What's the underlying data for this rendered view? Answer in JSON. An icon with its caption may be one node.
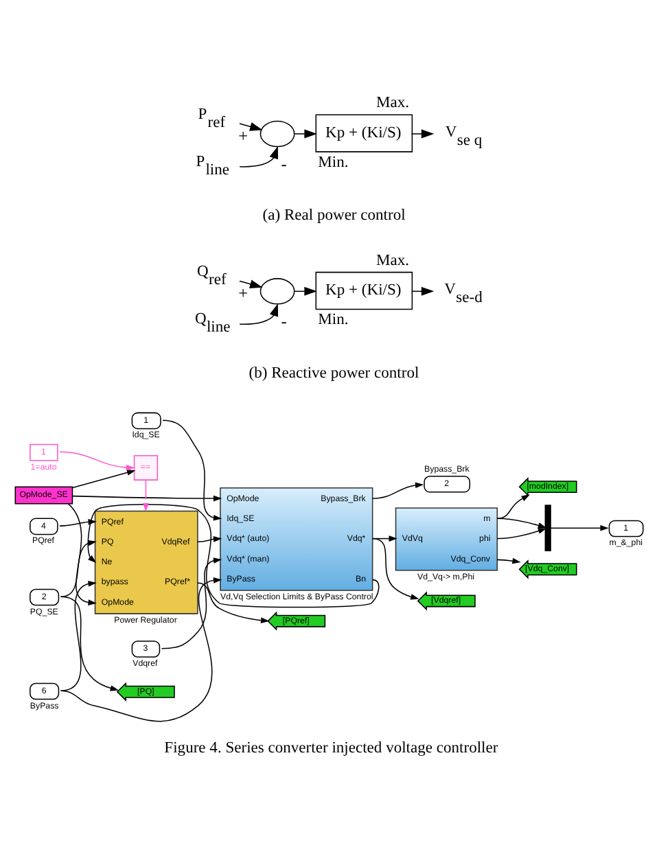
{
  "diagram": {
    "caption": "Figure 4. Series converter injected voltage controller",
    "nodes": [
      {
        "text": [
          "P$_{ref}$"
        ]
      },
      {
        "text": [],
        "shape": "circle"
      },
      {
        "text": [
          "Kp + (Ki/S)"
        ],
        "beside": [
          "Max.",
          "Min."
        ]
      },
      {
        "text": [
          "V$_{se q}$"
        ]
      },
      {
        "text": [
          "P$_{line}$"
        ]
      },
      {
        "text": [
          "Q$_{ref}$"
        ]
      },
      {
        "text": [],
        "shape": "circle"
      },
      {
        "text": [
          "Kp + (Ki/S)"
        ],
        "beside": [
          "Max.",
          "Min."
        ]
      },
      {
        "text": [
          "V$_{se-d}$"
        ]
      },
      {
        "text": [
          "Q$_{line}$"
        ]
      },
      {
        "text": [
          "=="
        ]
      },
      {
        "text": [
          "1"
        ],
        "beside": [
          "1=auto"
        ]
      },
      {
        "text": [
          "OpMode_SE"
        ]
      },
      {
        "text": [
          "1"
        ],
        "beside": [
          "Idq_SE"
        ]
      },
      {
        "text": [
          "4"
        ],
        "beside": [
          "PQref"
        ]
      },
      {
        "text": [
          "PQref",
          "PQ",
          "Ne",
          "bypass",
          "OpMode",
          "VdqRef",
          "PQref*"
        ],
        "beside": [
          "Power Regulator"
        ]
      },
      {
        "text": [
          "OpMode",
          "Idq_SE",
          "Vdq* (auto)",
          "Vdq* (man)",
          "ByPass",
          "Bypass_Brk",
          "Vdq*",
          "Bn"
        ],
        "beside": [
          "Vd,Vq Selection Limits & ByPass Control"
        ]
      },
      {
        "text": [
          "2"
        ],
        "beside": [
          "Bypass_Brk"
        ]
      },
      {
        "text": [
          "[modIndex]"
        ]
      },
      {
        "text": [
          "VdVq",
          "m",
          "phi",
          "Vdq_Conv"
        ],
        "beside": [
          "Vd_Vq-> m,Phi"
        ]
      },
      {
        "text": [],
        "shape": "bar"
      },
      {
        "text": [
          "1"
        ],
        "beside": [
          "m_&_phi"
        ]
      },
      {
        "text": [
          "3"
        ],
        "beside": [
          "Vdqref"
        ]
      },
      {
        "text": [
          "2"
        ],
        "beside": [
          "PQ_SE"
        ]
      },
      {
        "text": [
          "[PQ]"
        ]
      },
      {
        "text": [
          "[PQref]"
        ]
      },
      {
        "text": [
          "[Vdq_Conv]"
        ]
      },
      {
        "text": [
          "6"
        ],
        "beside": [
          "ByPass"
        ]
      },
      {
        "text": [
          "[Vdqref]"
        ]
      }
    ],
    "edges": [
      {
        "from": 0,
        "to": 1,
        "arrow": "to",
        "label": "+"
      },
      {
        "from": 4,
        "to": 1,
        "arrow": "to",
        "label": "-"
      },
      {
        "from": 1,
        "to": 2,
        "arrow": "to"
      },
      {
        "from": 2,
        "to": 3,
        "arrow": "to"
      },
      {
        "from": 5,
        "to": 6,
        "arrow": "to",
        "label": "+"
      },
      {
        "from": 9,
        "to": 6,
        "arrow": "to",
        "label": "-"
      },
      {
        "from": 6,
        "to": 7,
        "arrow": "to"
      },
      {
        "from": 7,
        "to": 8,
        "arrow": "to"
      },
      {
        "from": 11,
        "to": 10,
        "arrow": "to",
        "color": "#ff55cc"
      },
      {
        "from": 12,
        "to": 10,
        "arrow": "to"
      },
      {
        "from": 12,
        "to": 16,
        "arrow": "to"
      },
      {
        "from": 12,
        "to": 15,
        "arrow": "to"
      },
      {
        "from": 10,
        "to": 15,
        "arrow": "to",
        "color": "#ff55cc"
      },
      {
        "from": 14,
        "to": 15,
        "arrow": "to"
      },
      {
        "from": 23,
        "to": 15,
        "arrow": "to"
      },
      {
        "from": 23,
        "to": 24,
        "arrow": "to"
      },
      {
        "from": 27,
        "to": 15,
        "arrow": "to"
      },
      {
        "from": 27,
        "to": 16,
        "arrow": "to"
      },
      {
        "from": 16,
        "to": 15,
        "arrow": "to"
      },
      {
        "from": 15,
        "to": 16,
        "arrow": "to"
      },
      {
        "from": 15,
        "to": 25,
        "arrow": "to"
      },
      {
        "from": 13,
        "to": 16,
        "arrow": "to"
      },
      {
        "from": 22,
        "to": 16,
        "arrow": "to"
      },
      {
        "from": 16,
        "to": 17,
        "arrow": "to"
      },
      {
        "from": 16,
        "to": 19,
        "arrow": "to"
      },
      {
        "from": 16,
        "to": 28,
        "arrow": "to"
      },
      {
        "from": 19,
        "to": 18,
        "arrow": "to"
      },
      {
        "from": 19,
        "to": 20,
        "arrow": "to"
      },
      {
        "from": 19,
        "to": 20,
        "arrow": "to"
      },
      {
        "from": 19,
        "to": 26,
        "arrow": "to"
      },
      {
        "from": 20,
        "to": 21,
        "arrow": "to"
      }
    ],
    "labels": [
      "(a) Real power control",
      "(b) Reactive power control"
    ]
  }
}
